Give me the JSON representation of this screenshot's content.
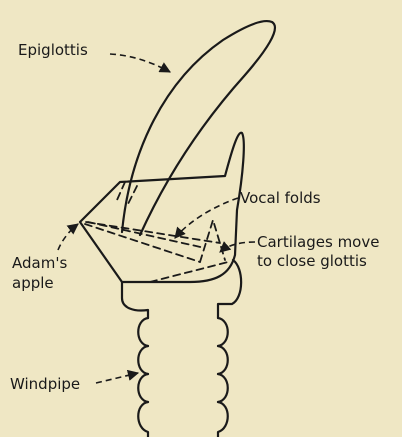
{
  "labels": {
    "epiglottis": "Epiglottis",
    "vocal_folds": "Vocal folds",
    "cartilages_line1": "Cartilages move",
    "cartilages_line2": "to close glottis",
    "adams_line1": "Adam's",
    "adams_line2": "apple",
    "windpipe": "Windpipe"
  },
  "colors": {
    "background": "#efe7c4",
    "ink": "#1a1a1a"
  }
}
